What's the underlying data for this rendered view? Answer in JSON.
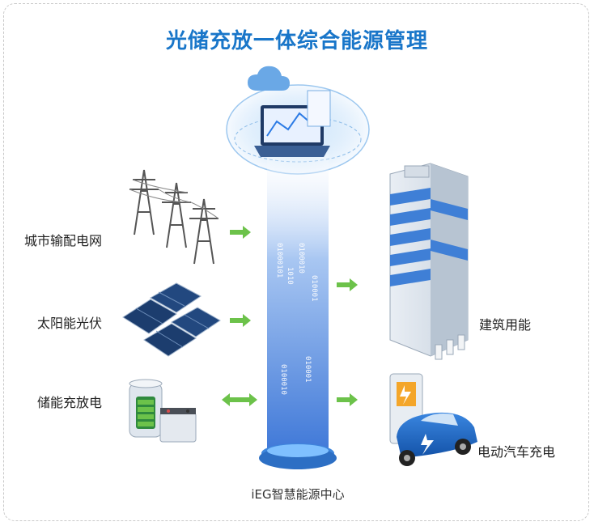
{
  "title": "光储充放一体综合能源管理",
  "sources": [
    {
      "label": "城市输配电网",
      "icon": "power-tower-icon"
    },
    {
      "label": "太阳能光伏",
      "icon": "solar-panel-icon"
    },
    {
      "label": "储能充放电",
      "icon": "battery-storage-icon"
    }
  ],
  "center": {
    "label": "iEG智慧能源中心",
    "icon": "data-tower-icon"
  },
  "loads": [
    {
      "label": "建筑用能",
      "icon": "building-icon"
    },
    {
      "label": "电动汽车充电",
      "icon": "ev-charging-icon"
    }
  ],
  "colors": {
    "title": "#1976c9",
    "arrow": "#6cc24a",
    "tower": "#4f86e0"
  }
}
